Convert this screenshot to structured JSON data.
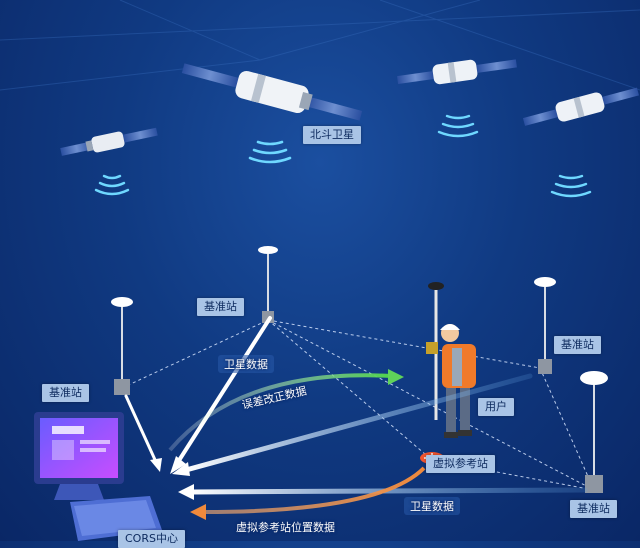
{
  "labels": {
    "beidou": "北斗卫星",
    "base_top": "基准站",
    "base_left": "基准站",
    "base_right": "基准站",
    "base_bottom_right": "基准站",
    "user": "用户",
    "virtual_station": "虚拟参考站",
    "cors": "CORS中心"
  },
  "flows": {
    "satellite_data_1": "卫星数据",
    "correction_data": "误差改正数据",
    "satellite_data_2": "卫星数据",
    "virtual_position_data": "虚拟参考站位置数据"
  },
  "colors": {
    "background": "#103a82",
    "label_bg": "#a9c4e6",
    "correction_arrow": "#5fd35a",
    "virtual_arrow": "#f08a3c",
    "data_arrow": "#ffffff"
  }
}
